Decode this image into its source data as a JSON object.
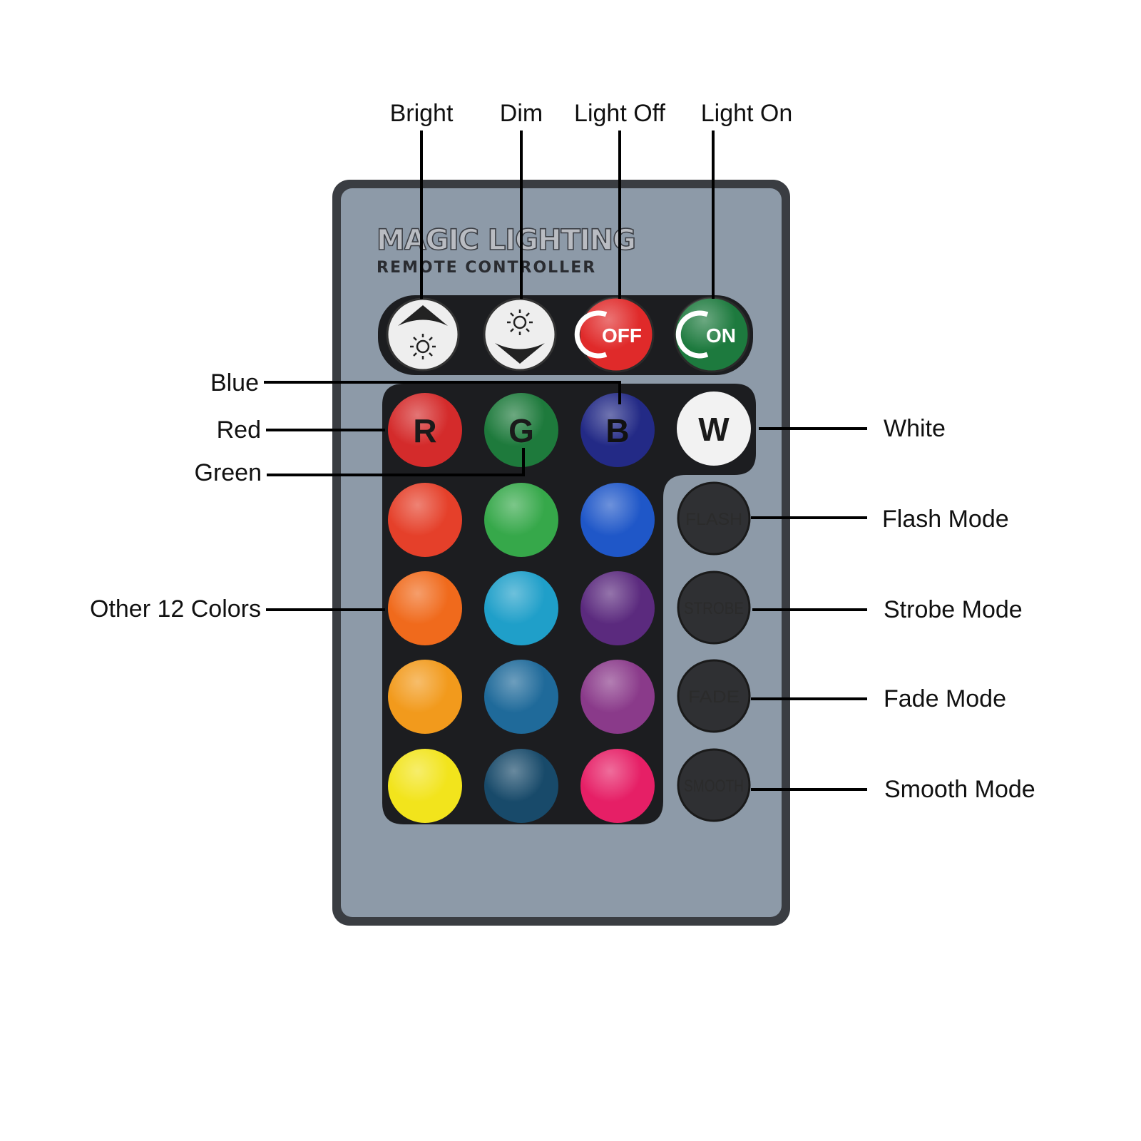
{
  "remote": {
    "brand_title": "MAGIC LIGHTING",
    "brand_subtitle": "REMOTE CONTROLLER"
  },
  "callouts": {
    "bright": "Bright",
    "dim": "Dim",
    "light_off": "Light Off",
    "light_on": "Light On",
    "blue": "Blue",
    "red": "Red",
    "green": "Green",
    "white": "White",
    "other_colors": "Other 12 Colors",
    "flash_mode": "Flash Mode",
    "strobe_mode": "Strobe Mode",
    "fade_mode": "Fade Mode",
    "smooth_mode": "Smooth Mode"
  },
  "buttons": {
    "off_label": "OFF",
    "on_label": "ON",
    "red_letter": "R",
    "green_letter": "G",
    "blue_letter": "B",
    "white_letter": "W",
    "flash_label": "FLASH",
    "strobe_label": "STROBE",
    "fade_label": "FADE",
    "smooth_label": "SMOOTH"
  },
  "colors": {
    "remote_face": "#8d9aa8",
    "remote_border": "#3a3d42",
    "button_panel": "#1c1d20",
    "red": "#d42b2b",
    "green": "#1e7a3c",
    "blue": "#232a86",
    "white": "#f2f2f2",
    "off_button": "#e02a2a",
    "on_button": "#1d7a3e",
    "mode_button": "#2f3033",
    "color_grid": [
      "#e5402a",
      "#36a84a",
      "#1f57c8",
      "#f06a1c",
      "#1f9fc9",
      "#5b2a7e",
      "#f29a1c",
      "#1f6a9a",
      "#8a3a8a",
      "#f2e41c",
      "#184a6a",
      "#e61f66"
    ]
  }
}
